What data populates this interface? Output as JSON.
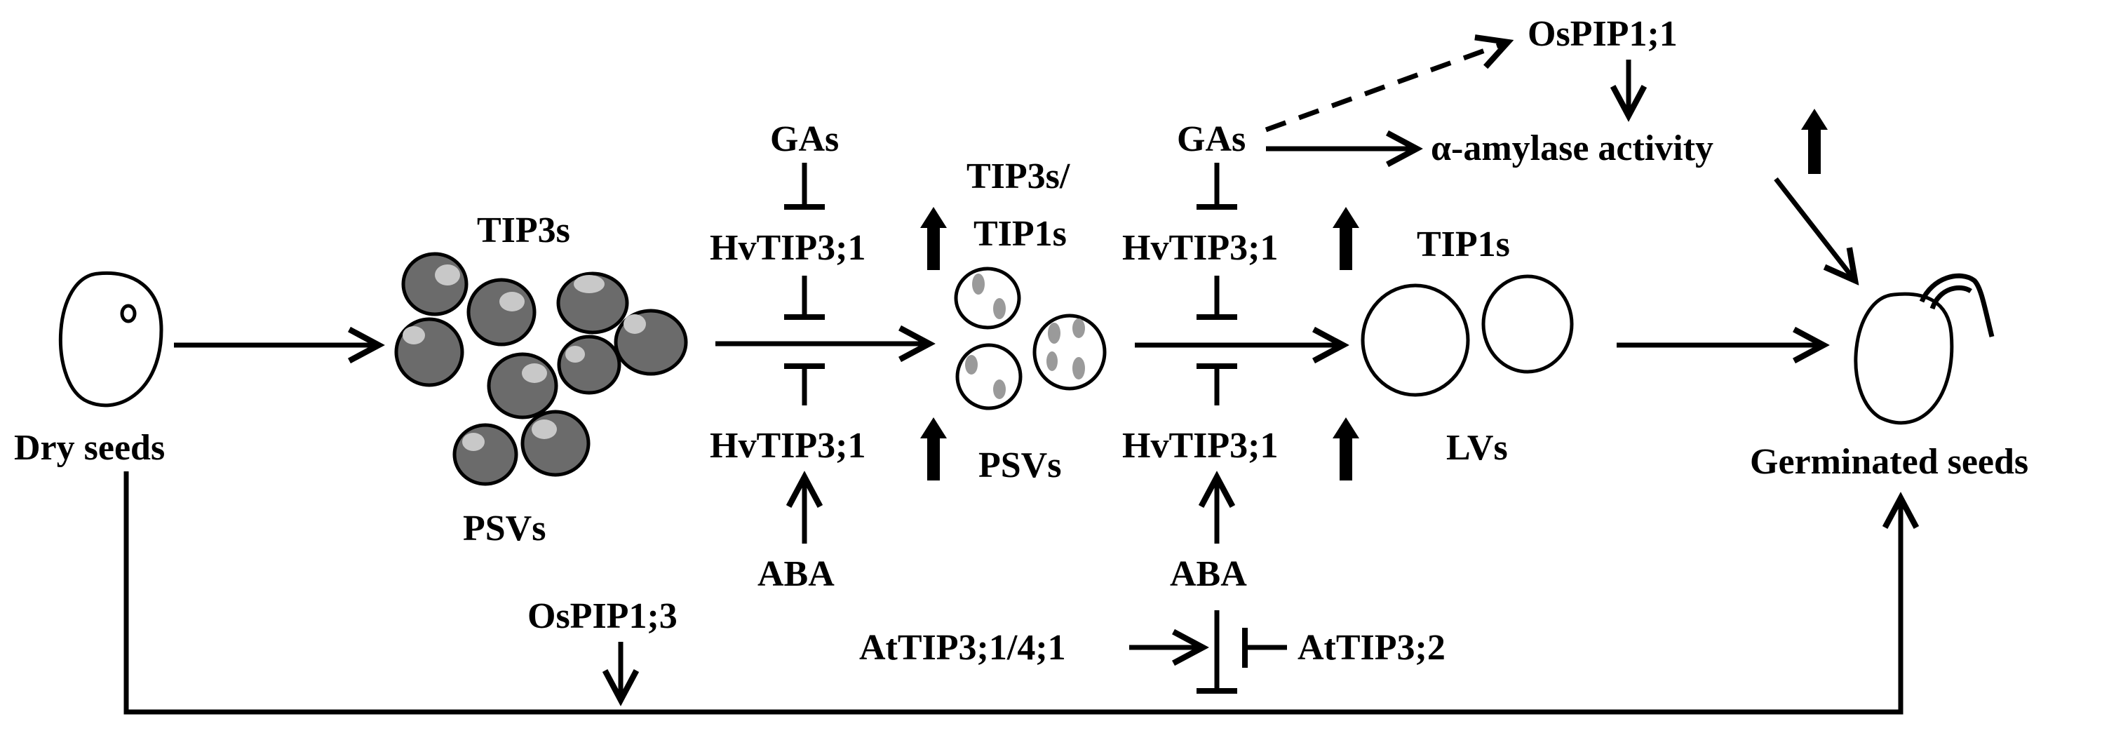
{
  "labels": {
    "dry_seeds": "Dry seeds",
    "tip3s": "TIP3s",
    "psvs_1": "PSVs",
    "gas_1": "GAs",
    "hvtip3_top_1": "HvTIP3;1",
    "hvtip3_bottom_1": "HvTIP3;1",
    "aba_1": "ABA",
    "tip3s_tip1s_line1": "TIP3s/",
    "tip3s_tip1s_line2": "TIP1s",
    "psvs_2": "PSVs",
    "gas_2": "GAs",
    "hvtip3_top_2": "HvTIP3;1",
    "hvtip3_bottom_2": "HvTIP3;1",
    "aba_2": "ABA",
    "tip1s": "TIP1s",
    "lvs": "LVs",
    "ospip1_1": "OsPIP1;1",
    "alpha_amylase": "α-amylase activity",
    "germinated_seeds": "Germinated seeds",
    "ospip1_3": "OsPIP1;3",
    "attip3_14": "AtTIP3;1/4;1",
    "attip3_2": "AtTIP3;2"
  }
}
